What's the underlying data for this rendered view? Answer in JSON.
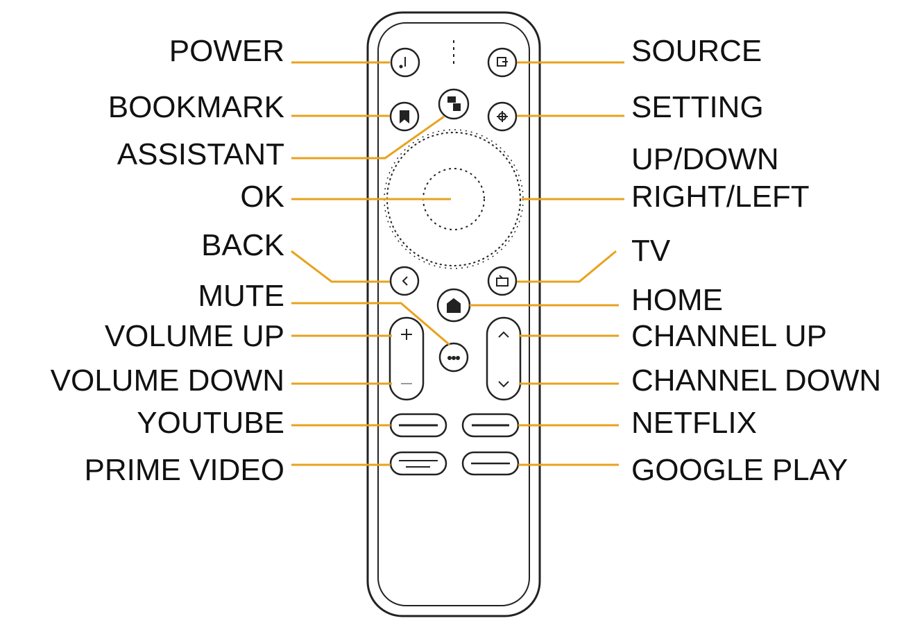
{
  "left_labels": {
    "power": "POWER",
    "bookmark": "BOOKMARK",
    "assistant": "ASSISTANT",
    "ok": "OK",
    "back": "BACK",
    "mute": "MUTE",
    "volume_up": "VOLUME UP",
    "volume_down": "VOLUME DOWN",
    "youtube": "YOUTUBE",
    "prime_video": "PRIME VIDEO"
  },
  "right_labels": {
    "source": "SOURCE",
    "setting": "SETTING",
    "updown": "UP/DOWN",
    "rightleft": "RIGHT/LEFT",
    "tv": "TV",
    "home": "HOME",
    "channel_up": "CHANNEL UP",
    "channel_down": "CHANNEL DOWN",
    "netflix": "NETFLIX",
    "google_play": "GOOGLE PLAY"
  },
  "colors": {
    "leader_line": "#E8A21C",
    "remote_outline": "#222222",
    "text": "#111111"
  },
  "icons": [
    "power-icon",
    "source-icon",
    "bookmark-icon",
    "assistant-mic-icon",
    "setting-gear-icon",
    "back-arrow-icon",
    "tv-icon",
    "home-icon",
    "mute-icon",
    "plus-icon",
    "minus-icon",
    "chevron-up-icon",
    "chevron-down-icon"
  ]
}
